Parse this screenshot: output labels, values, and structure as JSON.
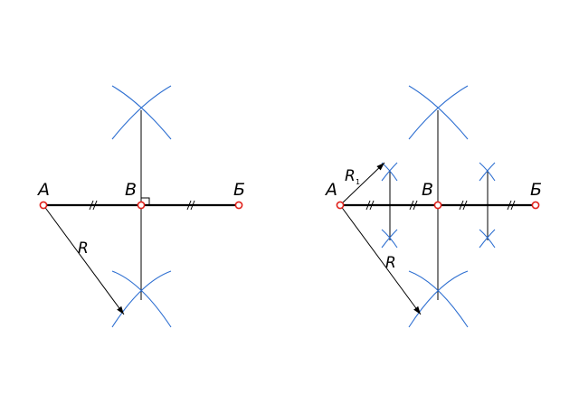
{
  "colors": {
    "segment": "#000000",
    "construction_arc": "#2e6fd1",
    "point_marker": "#e0201a"
  },
  "figure_left": {
    "point_a": "А",
    "point_b": "Б",
    "point_v": "В",
    "radius_label": "R"
  },
  "figure_right": {
    "point_a": "А",
    "point_b": "Б",
    "point_v": "В",
    "radius_label": "R",
    "radius1_label": "R",
    "radius1_subscript": "1"
  }
}
